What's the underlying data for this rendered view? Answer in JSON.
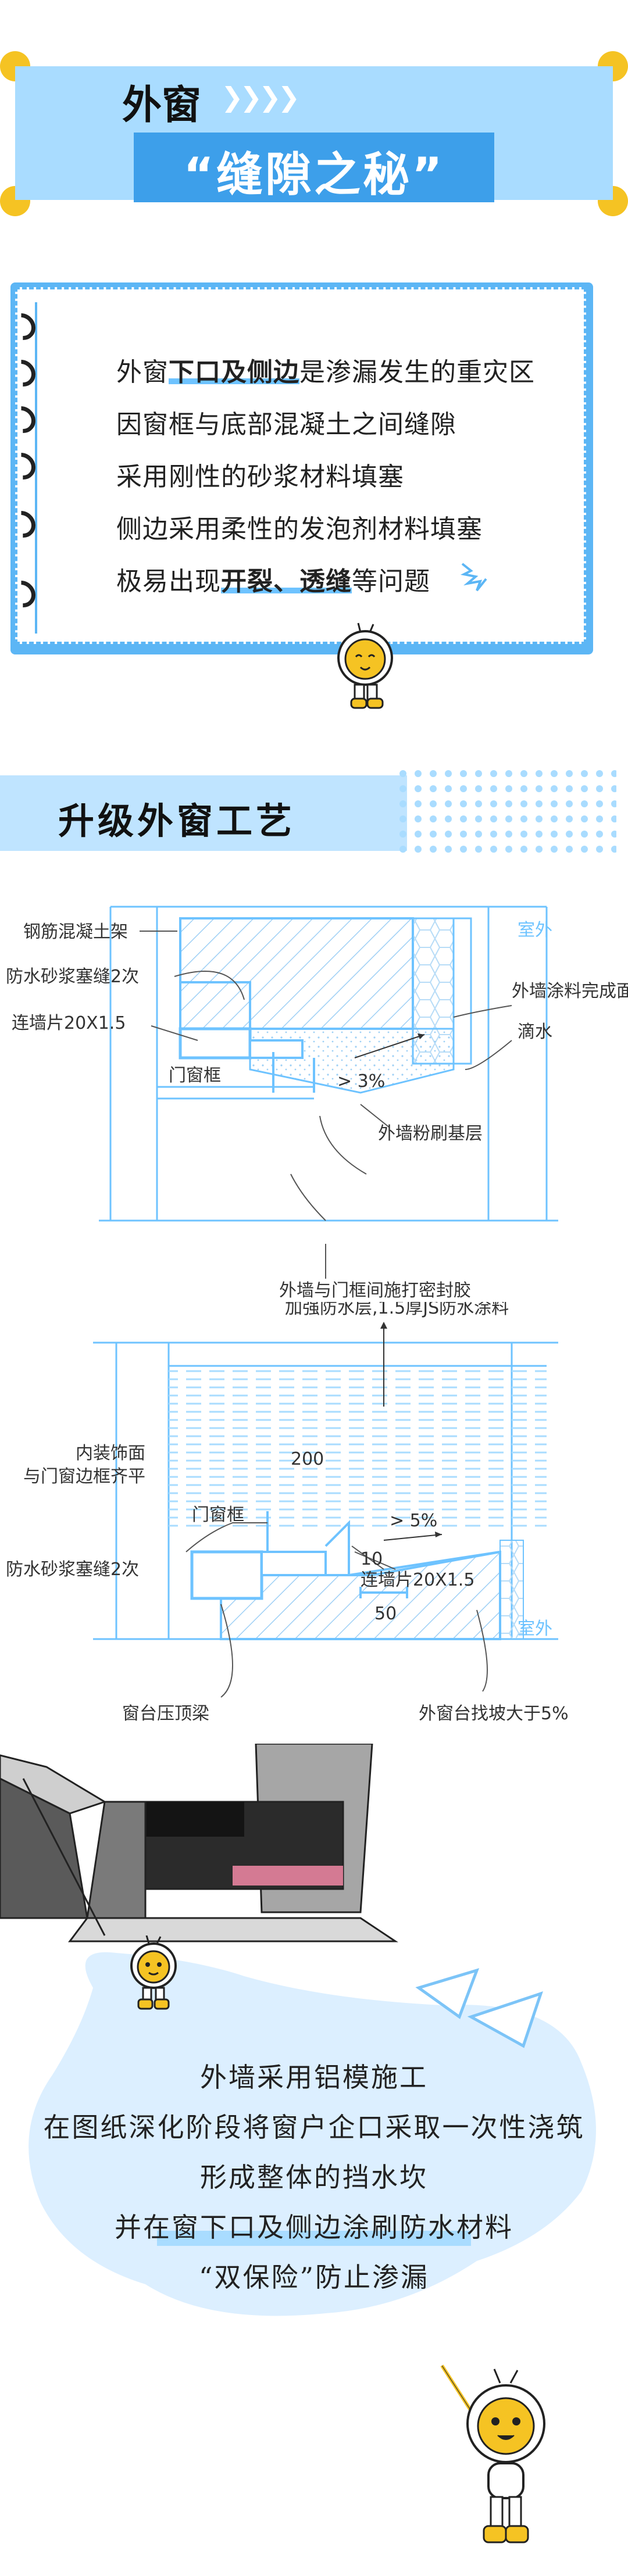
{
  "header": {
    "title": "外窗",
    "chevrons": "❯❯❯❯",
    "subtitle": "“缝隙之秘”",
    "accent": "#a9dcff",
    "yellow": "#f5c323"
  },
  "info_list": {
    "items": [
      {
        "pre": "外窗",
        "bold": "下口及侧边",
        "post": "是渗漏发生的重灾区"
      },
      {
        "pre": "因窗框与底部混凝土之间缝隙",
        "bold": "",
        "post": ""
      },
      {
        "pre": "采用刚性的砂浆材料填塞",
        "bold": "",
        "post": ""
      },
      {
        "pre": "侧边采用柔性的发泡剂材料填塞",
        "bold": "",
        "post": ""
      },
      {
        "pre": "极易出现",
        "bold": "开裂、透缝",
        "post": "等问题"
      }
    ]
  },
  "section": {
    "title": "升级外窗工艺"
  },
  "diagram1": {
    "labels": {
      "rc_frame": "钢筋混凝土架",
      "mortar": "防水砂浆塞缝2次",
      "connector": "连墙片20X1.5",
      "window_frame": "门窗框",
      "outdoor": "室外",
      "coating": "外墙涂料完成面",
      "drip": "滴水",
      "slope": "> 3%",
      "plaster": "外墙粉刷基层",
      "sealant": "外墙与门框间施打密封胶"
    }
  },
  "diagram2": {
    "labels": {
      "waterproof": "加强防水层,1.5厚JS防水涂料",
      "finish_1": "内装饰面",
      "finish_2": "与门窗边框齐平",
      "dim_200": "200",
      "window_frame": "门窗框",
      "slope": "> 5%",
      "dim_10": "10",
      "connector": "连墙片20X1.5",
      "mortar": "防水砂浆塞缝2次",
      "dim_50": "50",
      "outdoor": "室外",
      "beam": "窗台压顶梁",
      "sill_slope": "外窗台找坡大于5%"
    }
  },
  "bubble": {
    "lines": [
      "外墙采用铝模施工",
      "在图纸深化阶段将窗户企口采取一次性浇筑",
      "形成整体的挡水坎",
      "并在窗下口及侧边涂刷防水材料",
      "“双保险”防止渗漏"
    ]
  }
}
